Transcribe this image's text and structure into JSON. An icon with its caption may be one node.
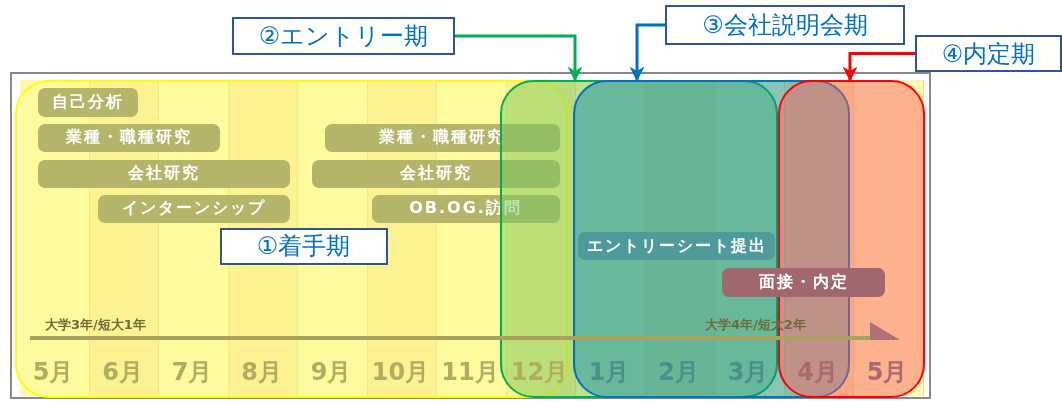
{
  "diagram": {
    "nodes": [
      {
        "text": [],
        "shape": "box"
      },
      {
        "text": [
          "①着手期"
        ],
        "in": 0
      },
      {
        "text": [
          "②エントリー期"
        ]
      },
      {
        "text": [],
        "shape": "box"
      },
      {
        "text": [
          "③会社説明会期"
        ]
      },
      {
        "text": [],
        "shape": "box"
      },
      {
        "text": [
          "④内定期"
        ]
      },
      {
        "text": [],
        "shape": "box"
      },
      {
        "text": [
          "自己分析"
        ],
        "in": 0
      },
      {
        "text": [
          "業種・職種研究"
        ],
        "in": 0
      },
      {
        "text": [
          "業種・職種研究"
        ],
        "in": 0
      },
      {
        "text": [
          "会社研究"
        ],
        "in": 0
      },
      {
        "text": [
          "会社研究"
        ],
        "in": 0
      },
      {
        "text": [
          "インターンシップ"
        ],
        "in": 0
      },
      {
        "text": [
          "OB.OG.訪問"
        ],
        "in": 0
      },
      {
        "text": [
          "エントリーシート提出"
        ]
      },
      {
        "text": [
          "面接・内定"
        ]
      }
    ],
    "edges": [
      {
        "from": 2,
        "to": 3,
        "arrow": "to",
        "color": "#00b050"
      },
      {
        "from": 4,
        "to": 5,
        "arrow": "to",
        "color": "#0070c0"
      },
      {
        "from": 6,
        "to": 7,
        "arrow": "to",
        "color": "#ff0000"
      }
    ],
    "labels": [
      "大学3年/短大1年",
      "大学4年/短大2年",
      "5月",
      "6月",
      "7月",
      "8月",
      "9月",
      "10月",
      "11月",
      "12月",
      "1月",
      "2月",
      "3月",
      "4月",
      "5月"
    ]
  }
}
